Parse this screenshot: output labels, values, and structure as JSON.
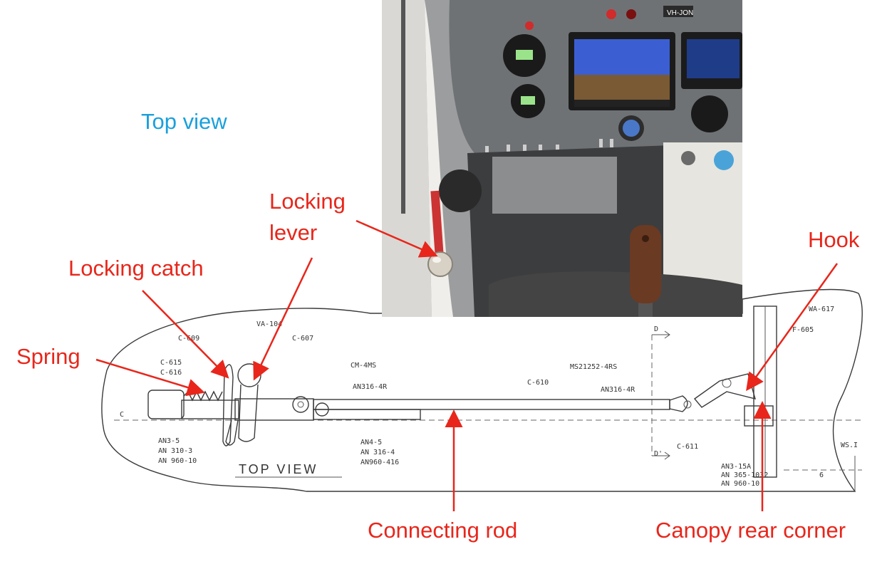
{
  "labels": {
    "top_view": "Top view",
    "locking_lever_1": "Locking",
    "locking_lever_2": "lever",
    "locking_catch": "Locking catch",
    "spring": "Spring",
    "hook": "Hook",
    "connecting_rod": "Connecting rod",
    "canopy_rear_corner": "Canopy rear corner"
  },
  "photo": {
    "registration": "VH-JON"
  },
  "drawing": {
    "title": "TOP VIEW",
    "parts": {
      "c609": "C-609",
      "va104": "VA-104",
      "c607": "C-607",
      "c615": "C-615",
      "c616": "C-616",
      "cm4ms": "CM-4MS",
      "an31648_top": "AN316-4R",
      "c610": "C-610",
      "ms21252": "MS21252-4RS",
      "an31648_right": "AN316-4R",
      "wa617": "WA-617",
      "f605": "F-605",
      "d_top": "D",
      "d_bottom": "D'",
      "an35": "AN3-5",
      "an3103": "AN 310-3",
      "an96010": "AN 960-10",
      "an45": "AN4-5",
      "an3164": "AN 316-4",
      "an960416": "AN960-416",
      "c611": "C-611",
      "an315a": "AN3-15A",
      "an365": "AN 365-1032",
      "an96010b": "AN 960-10",
      "wsi": "WS.I",
      "six": "6"
    }
  },
  "colors": {
    "annotation": "#e8261b",
    "heading": "#1aa0dc"
  }
}
